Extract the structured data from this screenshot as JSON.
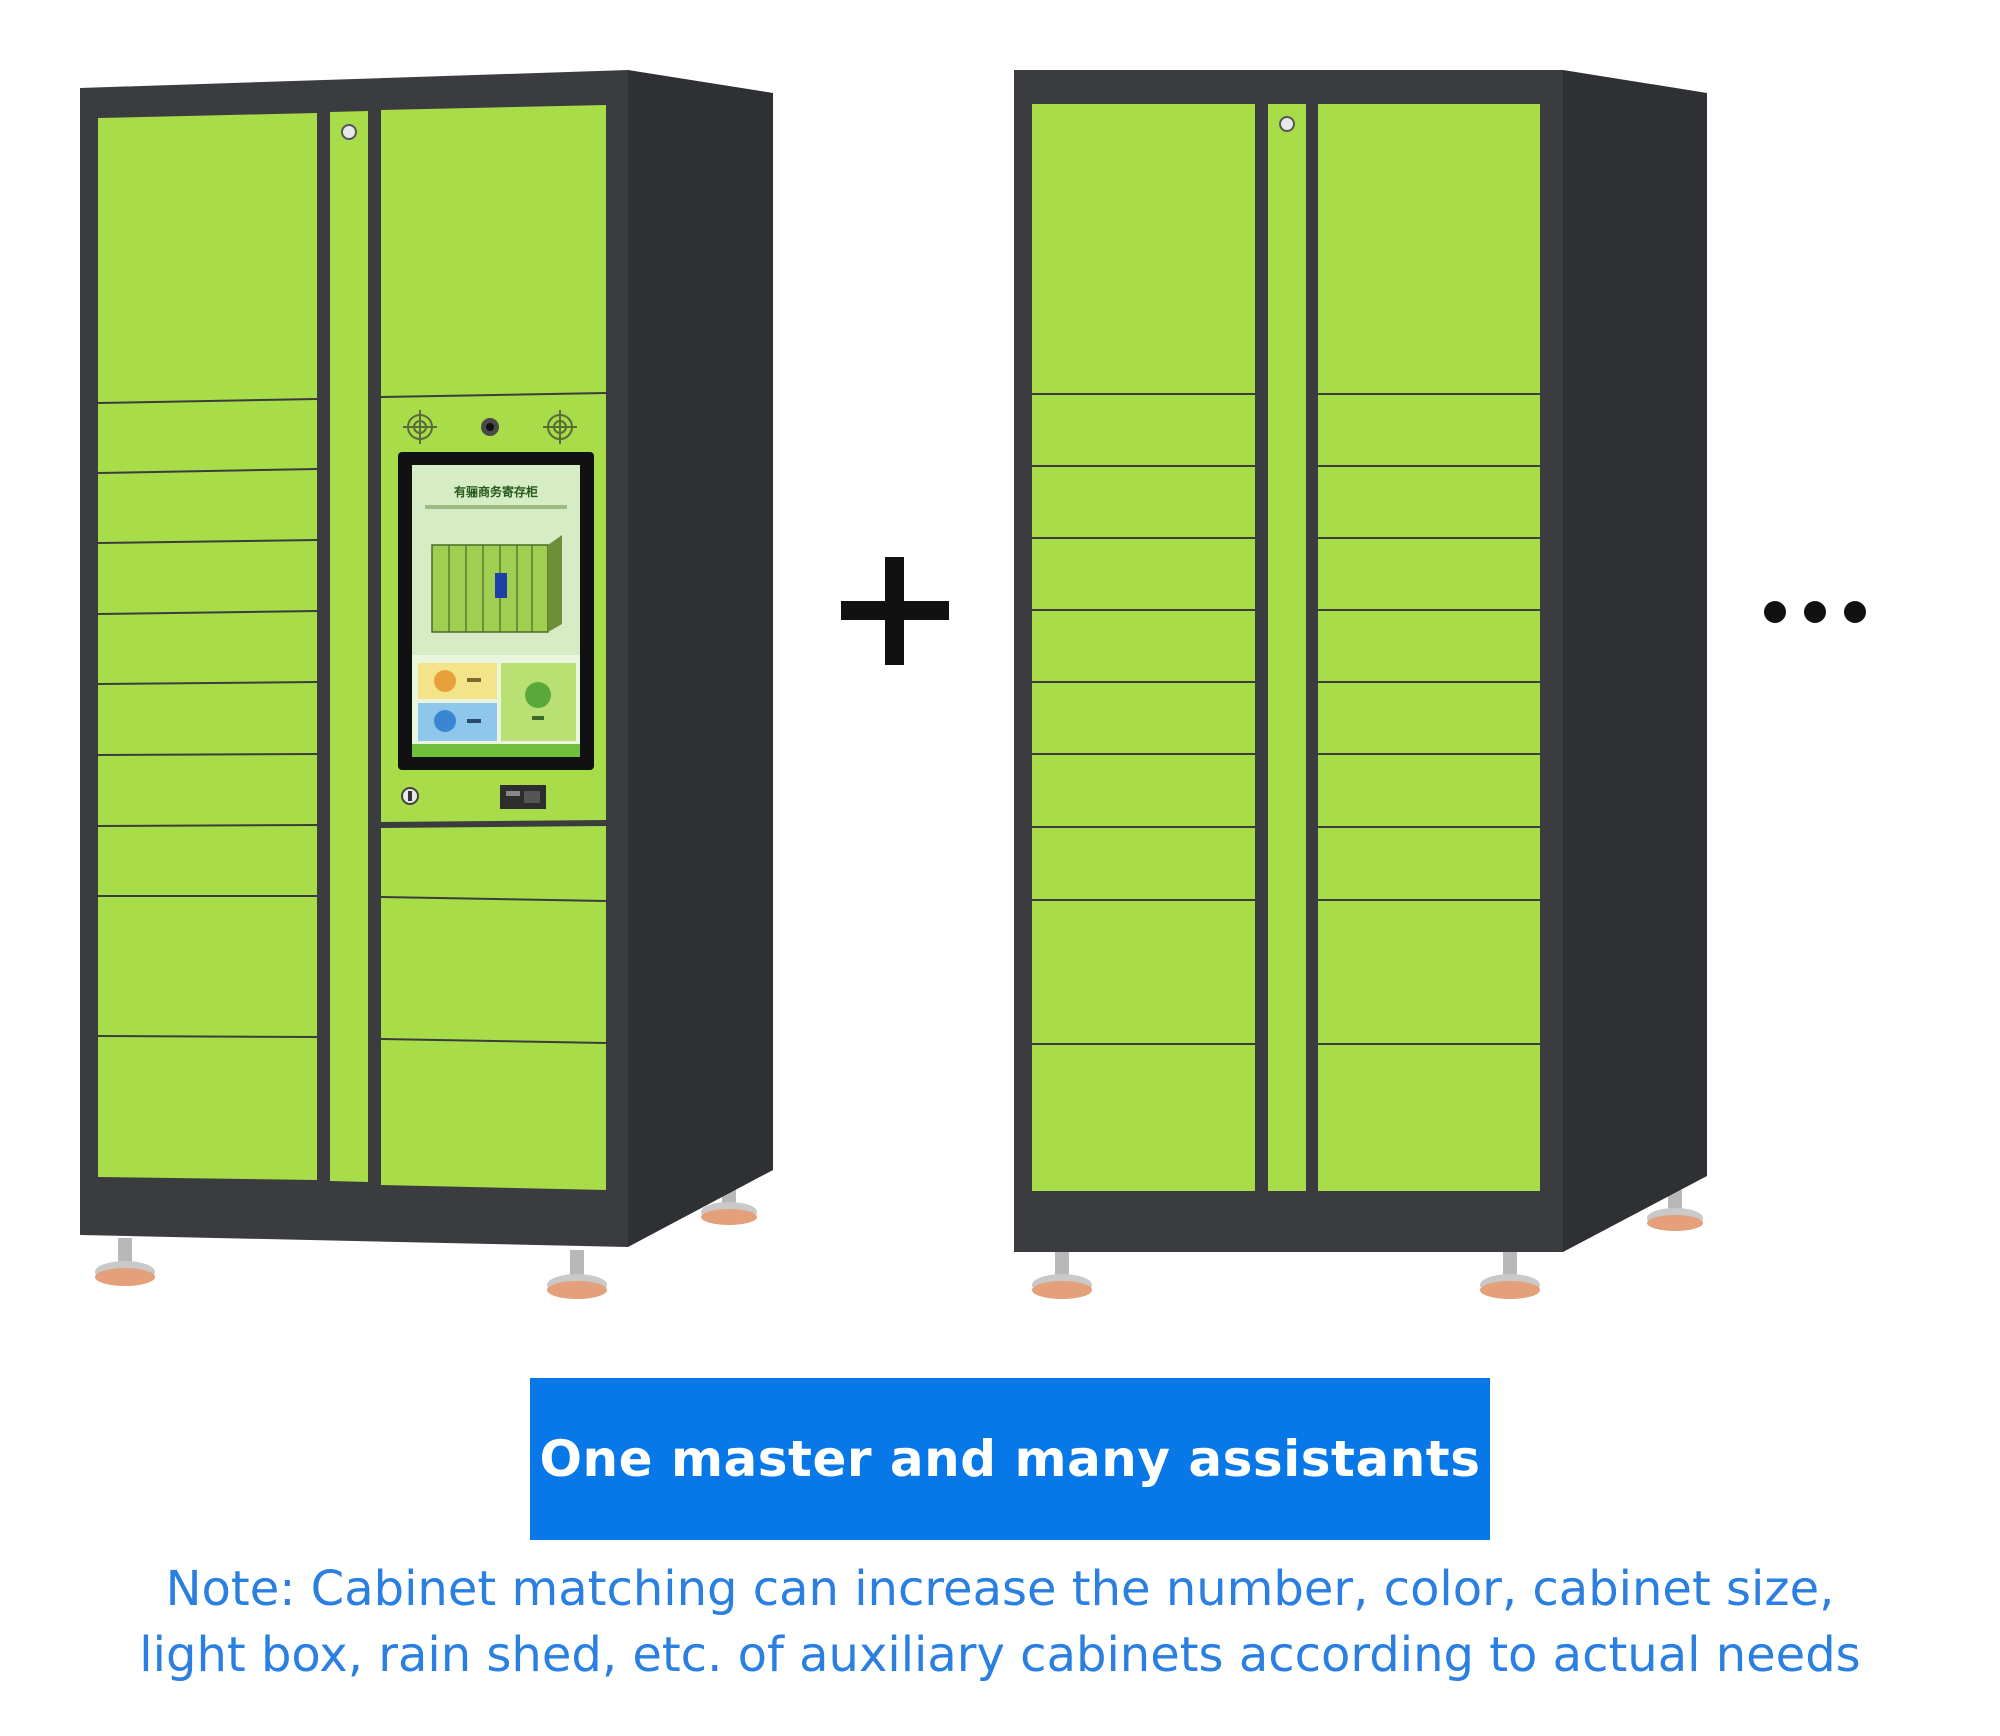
{
  "banner": {
    "label": "One master and many assistants"
  },
  "note": {
    "line1": "Note: Cabinet matching can increase the number, color, cabinet size,",
    "line2": "light box, rain shed, etc. of auxiliary cabinets according to actual needs"
  },
  "screen": {
    "title": "有骊商务寄存柜"
  },
  "colors": {
    "cabinet_green": "#a8dc48",
    "frame_dark": "#3b3c40",
    "side_dark": "#2f3034",
    "banner_blue": "#0878e8",
    "note_blue": "#2a7fe0"
  },
  "icons": {
    "plus": "plus-icon",
    "more": "ellipsis-icon"
  }
}
